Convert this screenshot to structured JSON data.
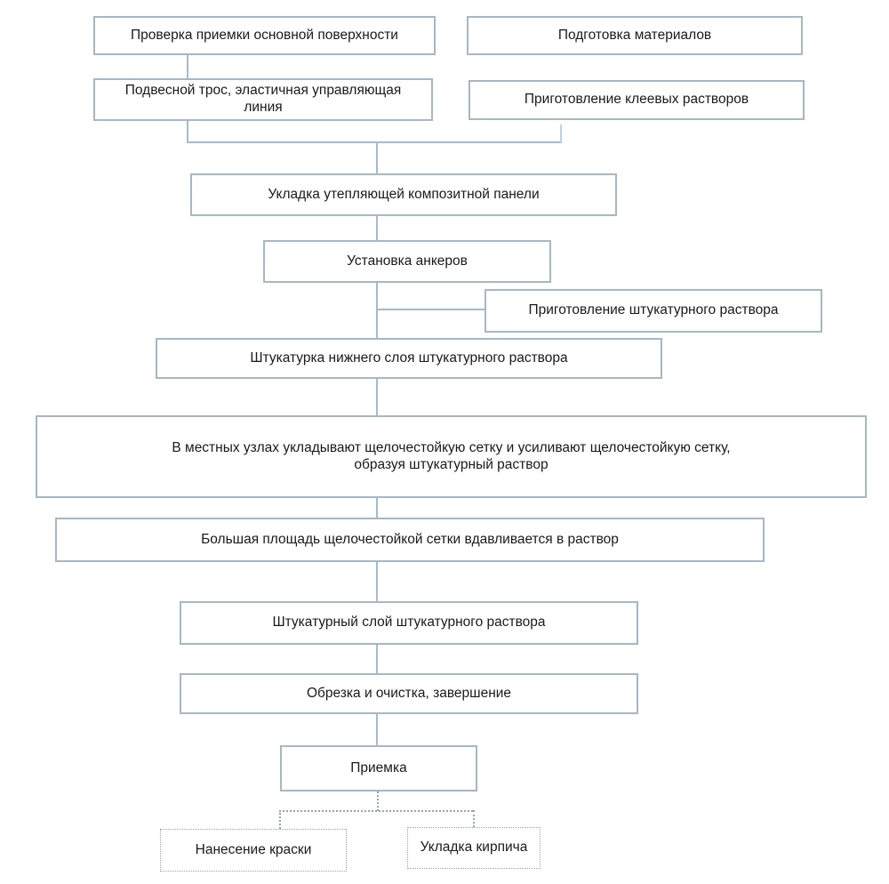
{
  "flowchart": {
    "colors": {
      "box_border": "#a6b7c6",
      "connector": "#a3bcd1",
      "connector_light": "#b9d3e6",
      "dotted": "#8ea7bf",
      "text": "#1a1a1a",
      "background": "#ffffff"
    },
    "boxes": {
      "check_surface": {
        "label": "Проверка приемки основной поверхности"
      },
      "materials_prep": {
        "label": "Подготовка материалов"
      },
      "suspension_line": {
        "label": "Подвесной трос, эластичная управляющая линия",
        "lines": [
          "Подвесной трос, эластичная управляющая",
          "линия"
        ]
      },
      "adhesive_prep": {
        "label": "Приготовление клеевых растворов"
      },
      "panel_install": {
        "label": "Укладка утепляющей композитной панели"
      },
      "anchor_install": {
        "label": "Установка анкеров"
      },
      "plaster_prep": {
        "label": "Приготовление штукатурного раствора"
      },
      "base_plaster": {
        "label": "Штукатурка нижнего слоя штукатурного раствора"
      },
      "mesh_nodes": {
        "label": "В местных узлах укладывают щелочестойкую сетку и усиливают щелочестойкую сетку, образуя штукатурный раствор",
        "lines": [
          "В местных узлах укладывают щелочестойкую сетку и усиливают щелочестойкую сетку,",
          "образуя штукатурный раствор"
        ]
      },
      "mesh_press": {
        "label": "Большая площадь щелочестойкой сетки вдавливается в раствор"
      },
      "plaster_layer": {
        "label": "Штукатурный слой штукатурного раствора"
      },
      "trim_clean": {
        "label": "Обрезка и очистка, завершение"
      },
      "acceptance": {
        "label": "Приемка"
      },
      "painting": {
        "label": "Нанесение краски"
      },
      "brick_laying": {
        "label": "Укладка кирпича"
      }
    }
  }
}
